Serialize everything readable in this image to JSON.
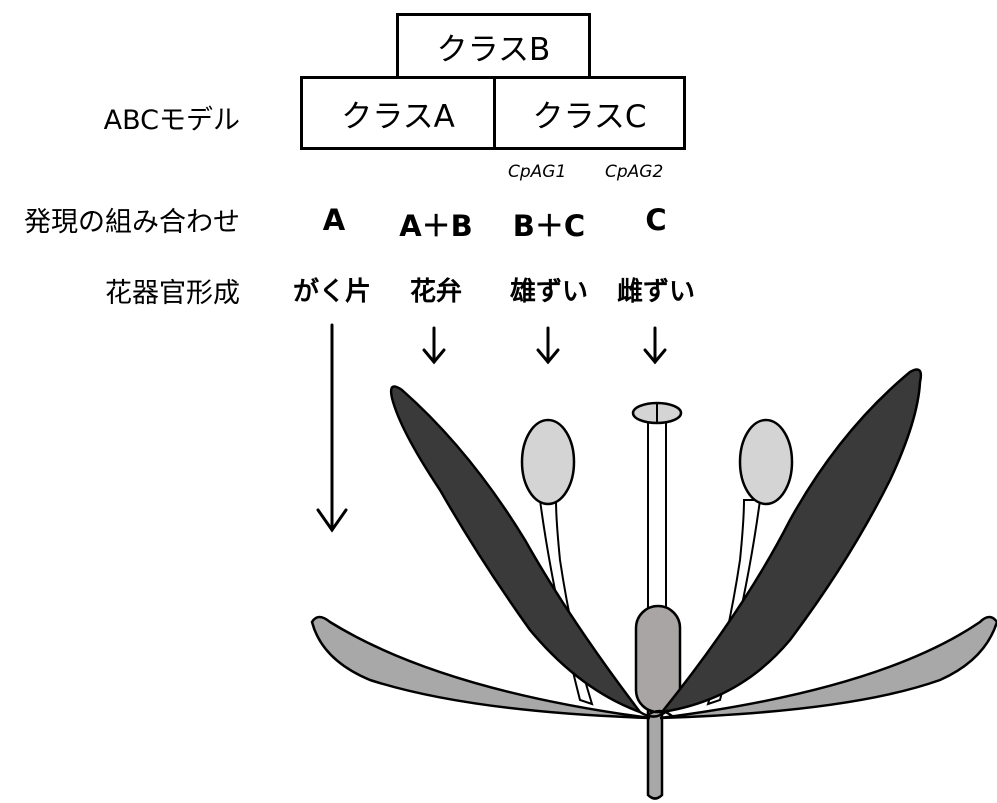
{
  "model": {
    "row_label": "ABCモデル",
    "class_b": "クラスB",
    "class_a": "クラスA",
    "class_c": "クラスC"
  },
  "genes": [
    "CpAG1",
    "CpAG2"
  ],
  "combination": {
    "row_label": "発現の組み合わせ",
    "items": [
      "A",
      "A＋B",
      "B＋C",
      "C"
    ]
  },
  "organs": {
    "row_label": "花器官形成",
    "items": [
      "がく片",
      "花弁",
      "雄ずい",
      "雌ずい"
    ]
  },
  "colors": {
    "petal": "#3a3a3a",
    "sepal": "#a8a8a8",
    "anther": "#d4d4d4",
    "ovary": "#a9a5a5",
    "stroke": "#000000"
  }
}
